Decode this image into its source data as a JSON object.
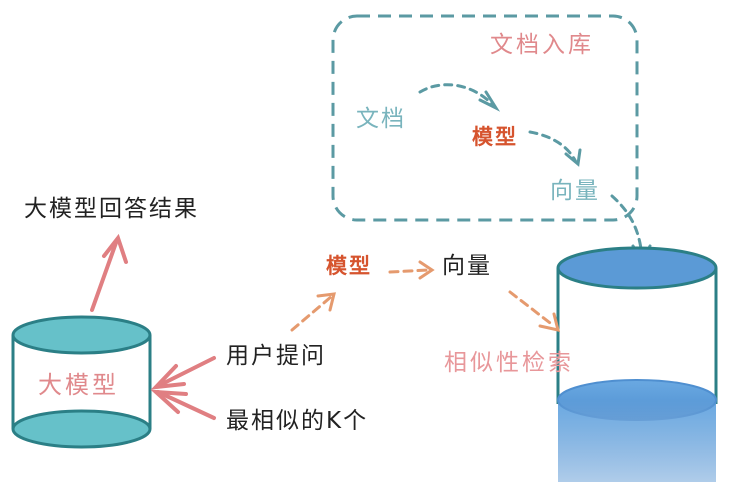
{
  "ingest_box": {
    "title": "文档入库",
    "doc_label": "文档",
    "model_label": "模型",
    "vector_label": "向量"
  },
  "query_flow": {
    "model_label": "模型",
    "vector_label": "向量",
    "similarity_label": "相似性检索",
    "user_question": "用户提问",
    "top_k": "最相似的K个"
  },
  "llm": {
    "cylinder_label": "大模型",
    "answer_label": "大模型回答结果"
  },
  "colors": {
    "teal_dashed": "#5b9aa3",
    "small_cylinder": "#66c1c9",
    "big_cylinder": "#5b9ad6",
    "arrow_pink": "#e07f82",
    "arrow_orange": "#e59a6e",
    "red_label": "#d6542e"
  }
}
